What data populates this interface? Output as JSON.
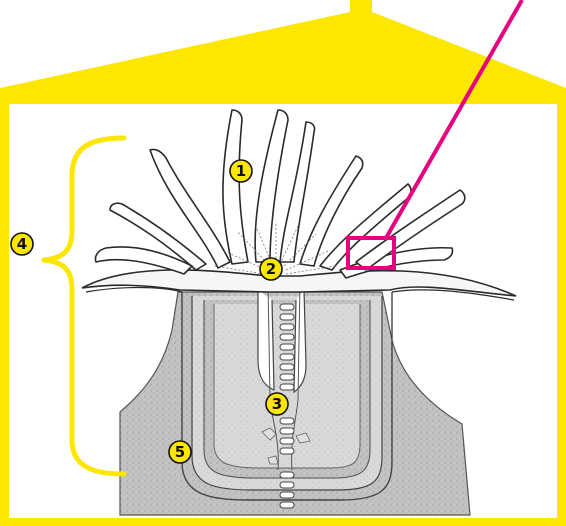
{
  "colors": {
    "frame": "#fde600",
    "highlight": "#e6007e",
    "label_fill": "#fde600",
    "tissue": "#b9b9b9",
    "outline": "#2a2a2a"
  },
  "labels": [
    {
      "id": "tentacle",
      "text": "1"
    },
    {
      "id": "mouth",
      "text": "2"
    },
    {
      "id": "pharynx",
      "text": "3"
    },
    {
      "id": "polyp",
      "text": "4"
    },
    {
      "id": "skeleton",
      "text": "5"
    }
  ]
}
